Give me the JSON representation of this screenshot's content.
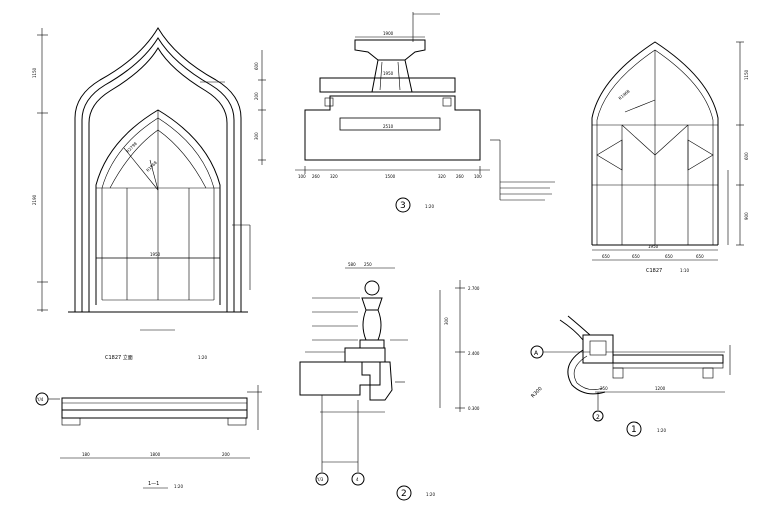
{
  "drawing": {
    "arch_elevation": {
      "caption": "C1827 立面",
      "scale": "1:20",
      "width": "1950",
      "heights": [
        "1150",
        "2190"
      ],
      "callouts": [
        "R2798",
        "R1968"
      ]
    },
    "section_3": {
      "number": "3",
      "scale": "1:20",
      "top_dim": "1900",
      "mid_dim": "1950",
      "bottom_dim": "2510",
      "side_dims": [
        "600",
        "200",
        "300"
      ],
      "bottom_segments": [
        "100",
        "260",
        "320",
        "1500",
        "320",
        "260",
        "100"
      ]
    },
    "window_elevation": {
      "caption": "C1827",
      "scale": "1:10",
      "width": "1950",
      "segments": [
        "650",
        "650",
        "650",
        "650"
      ],
      "heights": [
        "1150",
        "600",
        "900"
      ],
      "callouts": [
        "R1968"
      ]
    },
    "plan_1_1": {
      "caption": "1—1",
      "scale": "1:20",
      "length": "1800",
      "end_dims": [
        "180",
        "200"
      ],
      "axis": "Y/4"
    },
    "detail_2": {
      "number": "2",
      "scale": "1:20",
      "dims": [
        "580",
        "250",
        "300"
      ],
      "elevations": [
        "2.700",
        "2.400",
        "0.300"
      ],
      "axes": [
        "Y/3",
        "4"
      ]
    },
    "detail_1": {
      "number": "1",
      "scale": "1:20",
      "axis": "A",
      "radius": "R300",
      "dims": [
        "250",
        "1200"
      ],
      "sub_ref": "2"
    }
  }
}
